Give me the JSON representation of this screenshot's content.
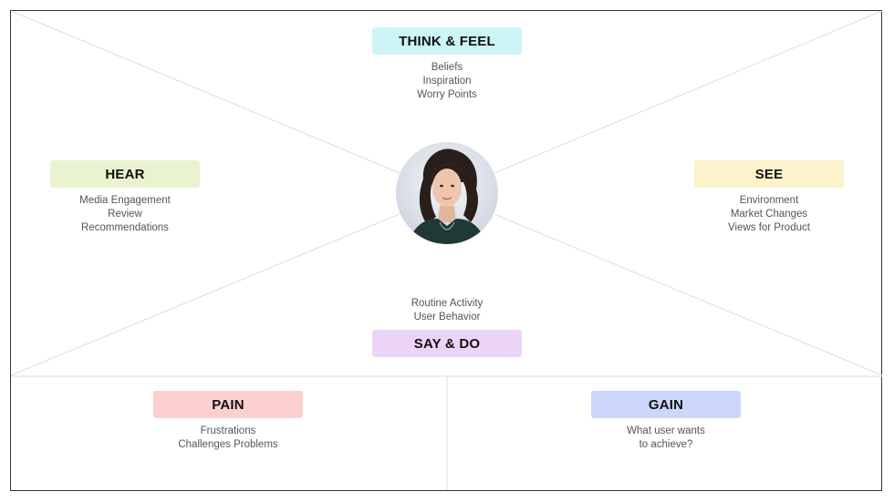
{
  "sections": {
    "think_feel": {
      "title": "THINK & FEEL",
      "color": "#cdf4f7",
      "items": [
        "Beliefs",
        "Inspiration",
        "Worry Points"
      ]
    },
    "hear": {
      "title": "HEAR",
      "color": "#eaf3cf",
      "items": [
        "Media Engagement",
        "Review",
        "Recommendations"
      ]
    },
    "see": {
      "title": "SEE",
      "color": "#fcf2cc",
      "items": [
        "Environment",
        "Market Changes",
        "Views for Product"
      ]
    },
    "say_do": {
      "title": "SAY & DO",
      "color": "#ecd4f6",
      "items": [
        "Routine Activity",
        "User Behavior"
      ]
    },
    "pain": {
      "title": "PAIN",
      "color": "#fdd0d0",
      "items": [
        "Frustrations",
        "Challenges Problems"
      ]
    },
    "gain": {
      "title": "GAIN",
      "color": "#ccd6fb",
      "items": [
        "What user wants",
        "to achieve?"
      ]
    }
  },
  "avatar": {
    "icon": "person-photo"
  }
}
